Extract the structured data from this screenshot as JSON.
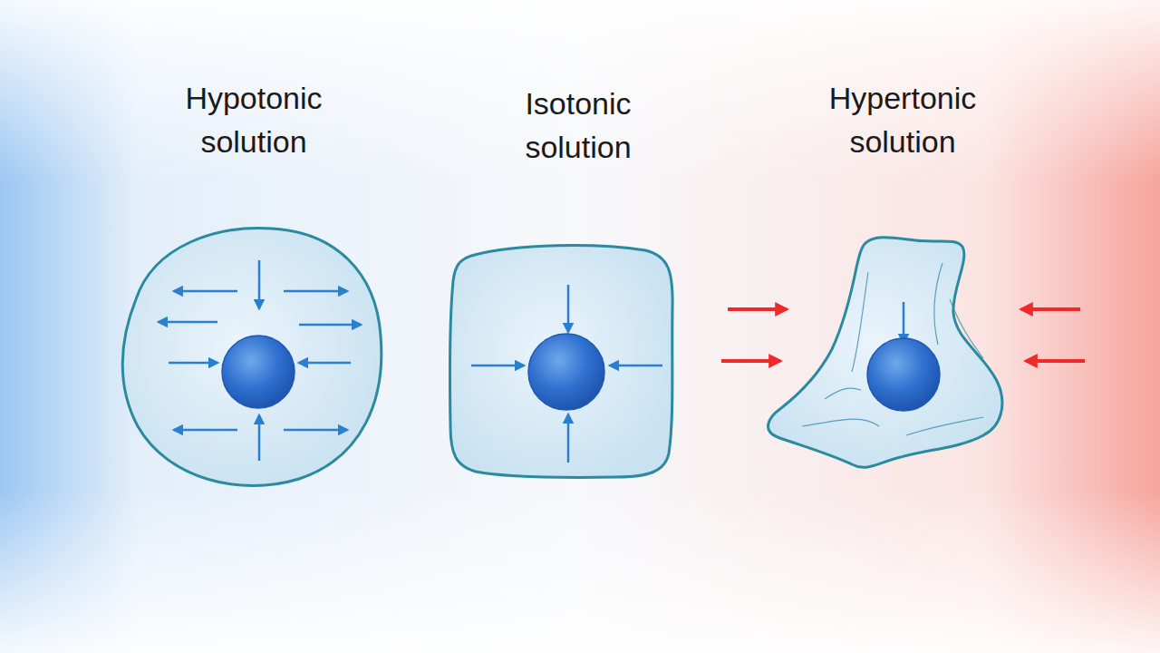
{
  "diagram": {
    "labels": [
      "Hypotonic solution",
      "Isotonic solution",
      "Hypertonic solution"
    ]
  }
}
